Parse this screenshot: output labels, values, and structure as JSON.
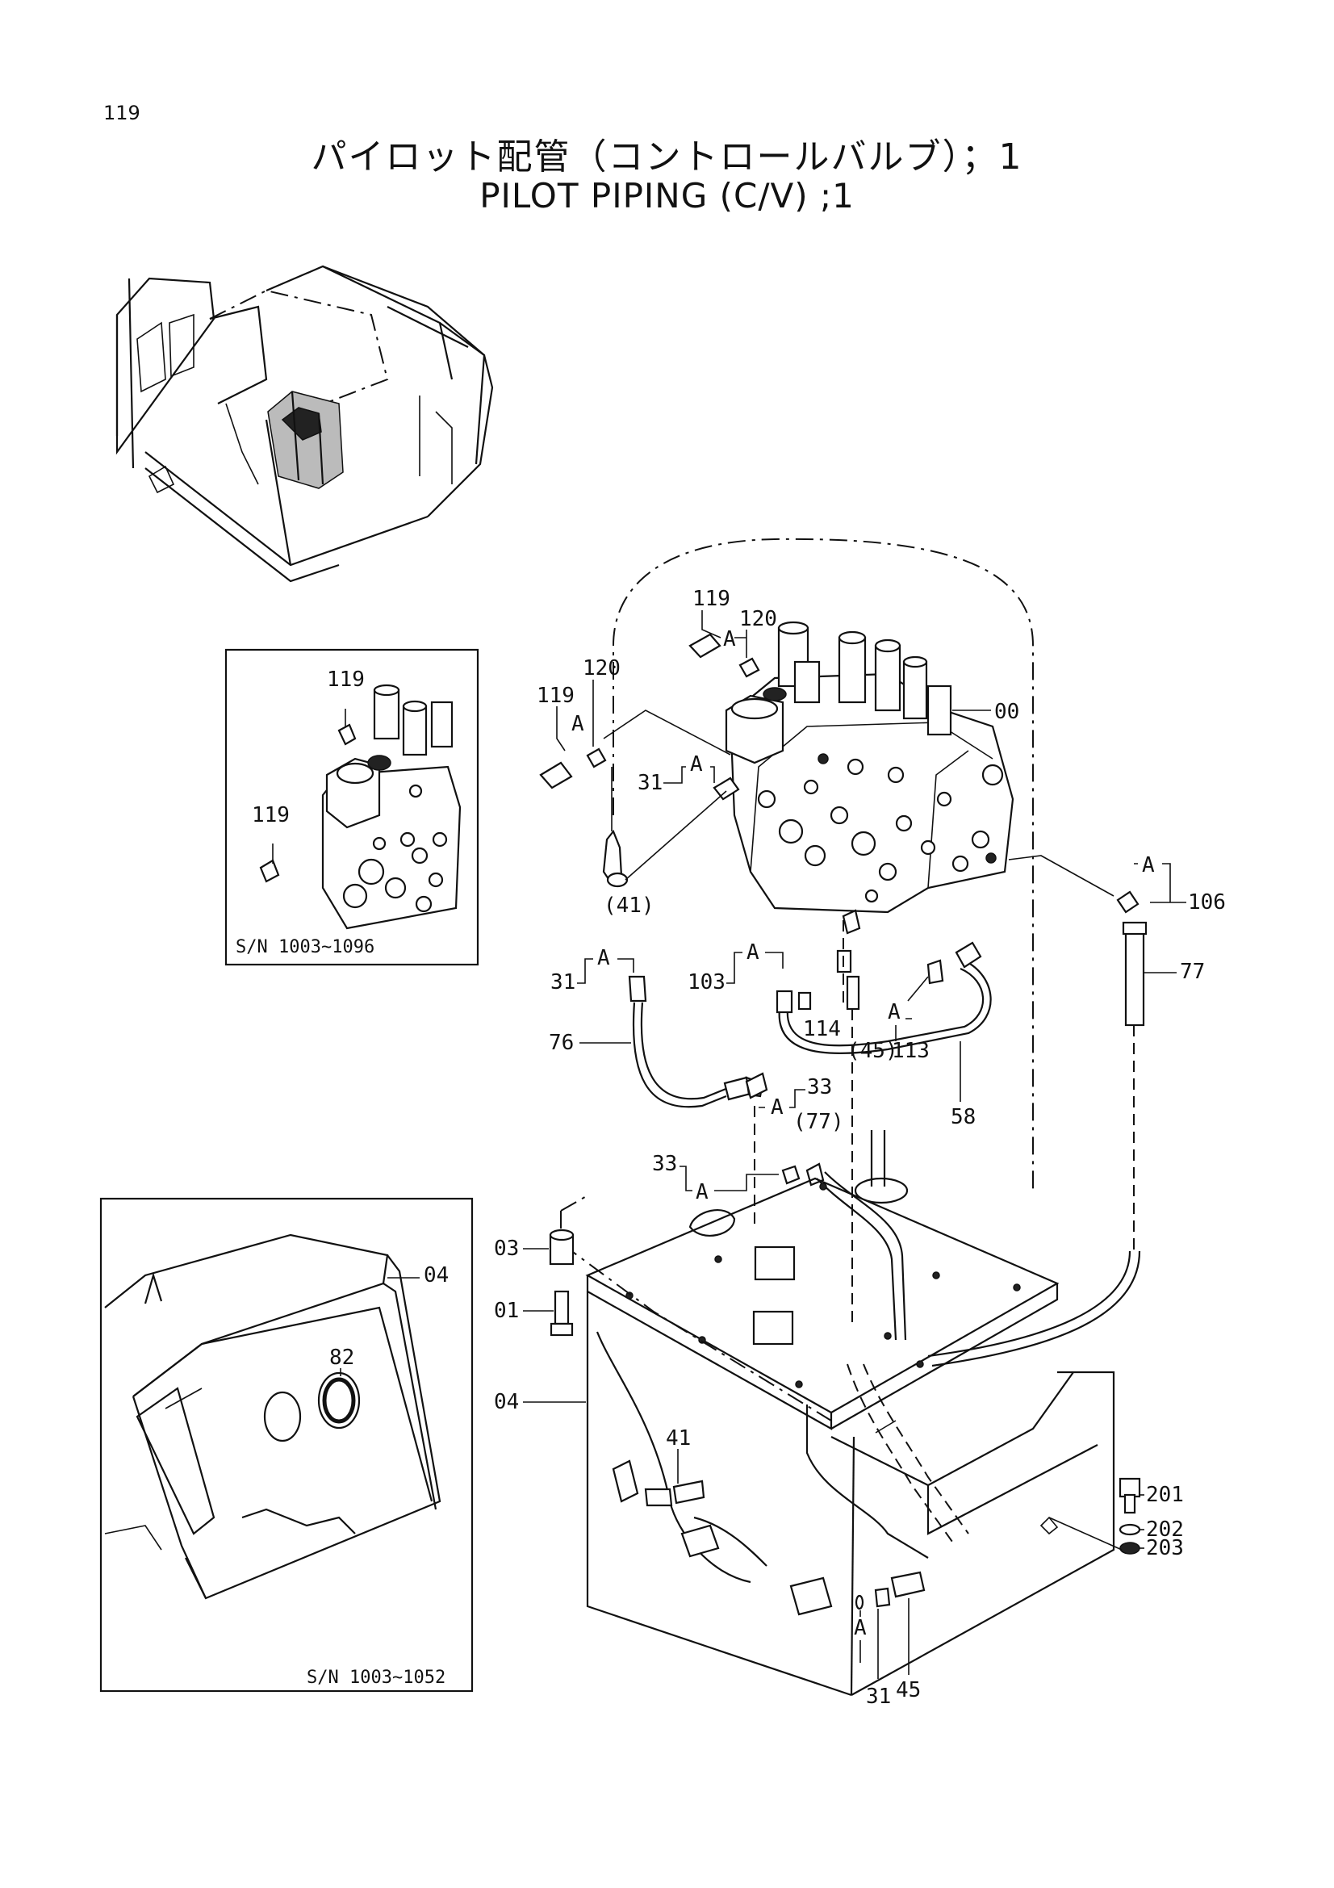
{
  "page_number": "119",
  "title_jp": "パイロット配管（コントロールバルブ）；1",
  "title_en": "PILOT PIPING (C/V) ;1",
  "insets": [
    {
      "serial": "S/N 1003~1096"
    },
    {
      "serial": "S/N 1003~1052"
    }
  ],
  "callouts": {
    "c119_top": "119",
    "c120_top": "120",
    "c119_left": "119",
    "c120_left": "120",
    "c00": "00",
    "c31_a": "31",
    "c41_paren": "(41)",
    "c106": "106",
    "c77": "77",
    "c31_b": "31",
    "c103": "103",
    "c114": "114",
    "c45_paren": "(45)",
    "c113": "113",
    "c76": "76",
    "c33_a": "33",
    "c58": "58",
    "c77_paren": "(77)",
    "c33_b": "33",
    "c03": "03",
    "c01": "01",
    "c04_main": "04",
    "c41": "41",
    "c201": "201",
    "c202": "202",
    "c203": "203",
    "c31_c": "31",
    "c45": "45",
    "c04_inset": "04",
    "c82": "82",
    "c119_inset_a": "119",
    "c119_inset_b": "119"
  },
  "marker": "A"
}
